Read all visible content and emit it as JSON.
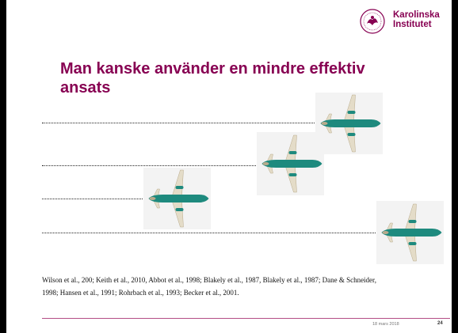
{
  "logo": {
    "line1": "Karolinska",
    "line2": "Institutet"
  },
  "title": "Man kanske använder en mindre effektiv ansats",
  "references": {
    "line1": "Wilson et al., 200; Keith et al., 2010, Abbot et al., 1998;  Blakely et al., 1987, Blakely et al., 1987; Dane & Schneider,",
    "line2": "1998; Hansen et al., 1991; Rohrbach et al., 1993; Becker et al., 2001."
  },
  "footer": {
    "date": "18 mars 2018",
    "page": "24"
  },
  "colors": {
    "brand": "#870052",
    "fuselage": "#1e8a7e"
  },
  "icons": [
    "ki-seal-icon",
    "airplane-icon"
  ]
}
